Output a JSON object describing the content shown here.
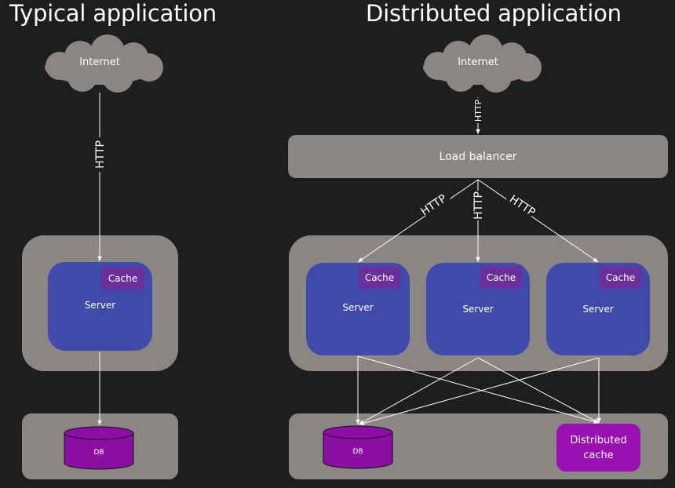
{
  "titles": {
    "typical": "Typical application",
    "distributed": "Distributed application"
  },
  "typical": {
    "internet": "Internet",
    "http": "HTTP",
    "server": "Server",
    "cache": "Cache",
    "db": "DB"
  },
  "distributed": {
    "internet": "Internet",
    "http_top": "HTTP",
    "load_balancer": "Load balancer",
    "http_left": "HTTP",
    "http_mid": "HTTP",
    "http_right": "HTTP",
    "servers": [
      {
        "label": "Server",
        "cache": "Cache"
      },
      {
        "label": "Server",
        "cache": "Cache"
      },
      {
        "label": "Server",
        "cache": "Cache"
      }
    ],
    "db": "DB",
    "distributed_cache_line1": "Distributed",
    "distributed_cache_line2": "cache"
  }
}
